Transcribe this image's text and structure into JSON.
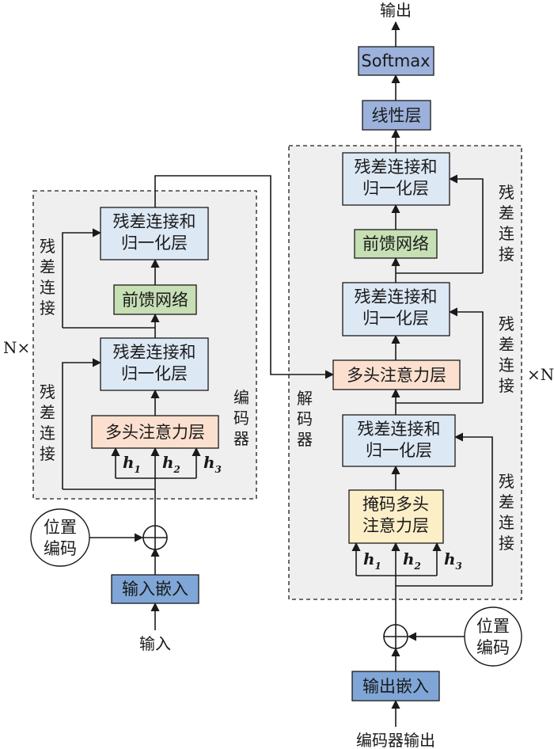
{
  "encoder": {
    "repeat_label": "N×",
    "name": [
      "编",
      "码",
      "器"
    ],
    "addnorm_top": [
      "残差连接和",
      "归一化层"
    ],
    "ffn": "前馈网络",
    "addnorm_bottom": [
      "残差连接和",
      "归一化层"
    ],
    "attention": "多头注意力层",
    "residual_top": [
      "残",
      "差",
      "连",
      "接"
    ],
    "residual_bottom": [
      "残",
      "差",
      "连",
      "接"
    ],
    "heads": [
      {
        "var": "h",
        "sub": "1"
      },
      {
        "var": "h",
        "sub": "2"
      },
      {
        "var": "h",
        "sub": "3"
      }
    ],
    "position": [
      "位置",
      "编码"
    ],
    "embedding": "输入嵌入",
    "input": "输入"
  },
  "decoder": {
    "repeat_label": "×N",
    "name": [
      "解",
      "码",
      "器"
    ],
    "addnorm_top": [
      "残差连接和",
      "归一化层"
    ],
    "ffn": "前馈网络",
    "addnorm_mid": [
      "残差连接和",
      "归一化层"
    ],
    "cross_attention": "多头注意力层",
    "addnorm_bottom": [
      "残差连接和",
      "归一化层"
    ],
    "masked_attention": [
      "掩码多头",
      "注意力层"
    ],
    "residual_1": [
      "残",
      "差",
      "连",
      "接"
    ],
    "residual_2": [
      "残",
      "差",
      "连",
      "接"
    ],
    "residual_3": [
      "残",
      "差",
      "连",
      "接"
    ],
    "heads": [
      {
        "var": "h",
        "sub": "1"
      },
      {
        "var": "h",
        "sub": "2"
      },
      {
        "var": "h",
        "sub": "3"
      }
    ],
    "position": [
      "位置",
      "编码"
    ],
    "embedding": "输出嵌入",
    "input": "编码器输出"
  },
  "output_stack": {
    "output": "输出",
    "softmax": "Softmax",
    "linear": "线性层"
  },
  "colors": {
    "addnorm_fill": "#dde8f5",
    "ffn_fill": "#c6dfb4",
    "attention_fill": "#fbe0d0",
    "masked_attention_fill": "#fcefc8",
    "embedding_fill": "#7fa6d6",
    "linear_fill": "#9cb2dc",
    "softmax_fill": "#9cb2dc",
    "panel_fill": "#efefef",
    "stroke": "#1a1a1a"
  }
}
